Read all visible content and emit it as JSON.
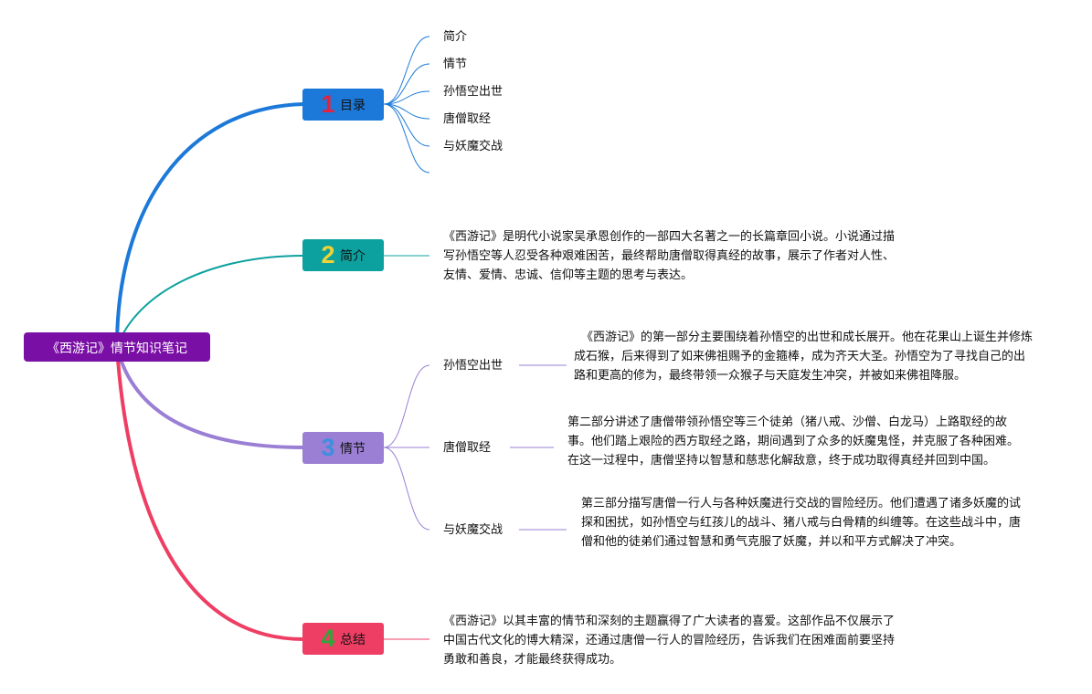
{
  "root": {
    "title": "《西游记》情节知识笔记"
  },
  "branches": [
    {
      "number": "1",
      "label": "目录",
      "color": "#1c79d9"
    },
    {
      "number": "2",
      "label": "简介",
      "color": "#0ca19f"
    },
    {
      "number": "3",
      "label": "情节",
      "color": "#9a7fd4"
    },
    {
      "number": "4",
      "label": "总结",
      "color": "#ee3e64"
    }
  ],
  "toc": [
    "简介",
    "情节",
    "孙悟空出世",
    "唐僧取经",
    "与妖魔交战"
  ],
  "intro": "《西游记》是明代小说家吴承恩创作的一部四大名著之一的长篇章回小说。小说通过描写孙悟空等人忍受各种艰难困苦，最终帮助唐僧取得真经的故事，展示了作者对人性、友情、爱情、忠诚、信仰等主题的思考与表达。",
  "plot": [
    {
      "title": "孙悟空出世",
      "detail": "《西游记》的第一部分主要围绕着孙悟空的出世和成长展开。他在花果山上诞生并修炼成石猴，后来得到了如来佛祖赐予的金箍棒，成为齐天大圣。孙悟空为了寻找自己的出路和更高的修为，最终带领一众猴子与天庭发生冲突，并被如来佛祖降服。"
    },
    {
      "title": "唐僧取经",
      "detail": "第二部分讲述了唐僧带领孙悟空等三个徒弟（猪八戒、沙僧、白龙马）上路取经的故事。他们踏上艰险的西方取经之路，期间遇到了众多的妖魔鬼怪，并克服了各种困难。在这一过程中，唐僧坚持以智慧和慈悲化解敌意，终于成功取得真经并回到中国。"
    },
    {
      "title": "与妖魔交战",
      "detail": "第三部分描写唐僧一行人与各种妖魔进行交战的冒险经历。他们遭遇了诸多妖魔的试探和困扰，如孙悟空与红孩儿的战斗、猪八戒与白骨精的纠缠等。在这些战斗中，唐僧和他的徒弟们通过智慧和勇气克服了妖魔，并以和平方式解决了冲突。"
    }
  ],
  "summary": "《西游记》以其丰富的情节和深刻的主题赢得了广大读者的喜爱。这部作品不仅展示了中国古代文化的博大精深，还通过唐僧一行人的冒险经历，告诉我们在困难面前要坚持勇敢和善良，才能最终获得成功。"
}
